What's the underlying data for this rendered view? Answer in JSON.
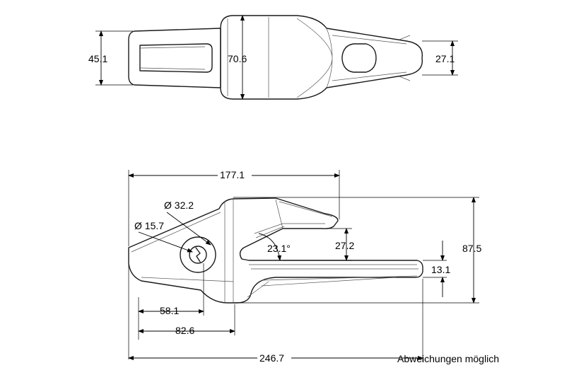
{
  "top_view": {
    "dims": {
      "width_rear": "45.1",
      "width_mid": "70.6",
      "width_tip": "27.1"
    }
  },
  "side_view": {
    "dims": {
      "length_upper": "177.1",
      "pin_large": "Ø 32.2",
      "pin_small": "Ø 15.7",
      "angle": "23.1°",
      "pocket_height": "27.2",
      "total_height": "87.5",
      "tongue_height": "13.1",
      "pin_offset_1": "58.1",
      "pin_offset_2": "82.6",
      "total_length": "246.7"
    }
  },
  "note": "Abweichungen möglich",
  "colors": {
    "line": "#1a1a1a",
    "background": "#ffffff"
  }
}
